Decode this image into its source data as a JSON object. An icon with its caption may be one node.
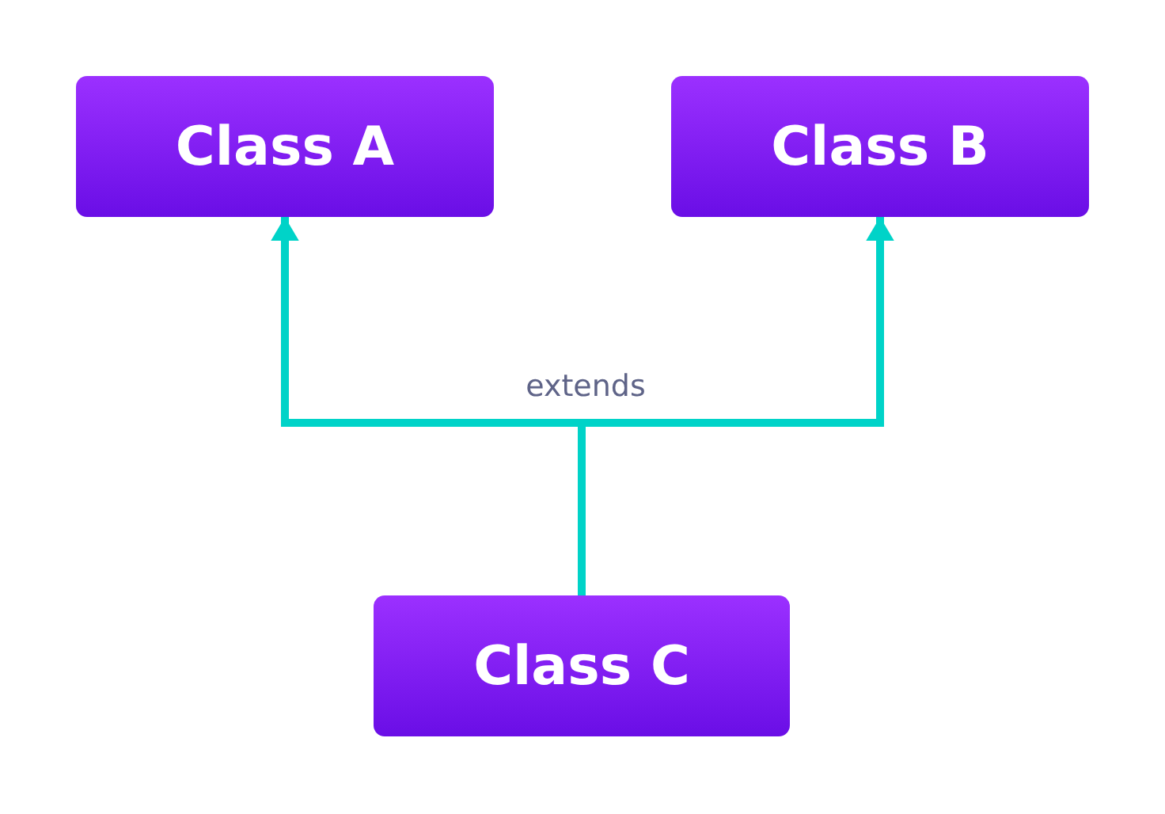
{
  "diagram": {
    "nodes": [
      {
        "text": [
          "Class A"
        ]
      },
      {
        "text": [
          "Class B"
        ]
      },
      {
        "text": [
          "Class C"
        ]
      }
    ],
    "edges": [
      {
        "from": 2,
        "to": 0,
        "arrow": "to"
      },
      {
        "from": 2,
        "to": 1,
        "arrow": "to"
      }
    ],
    "labels": [
      "extends"
    ]
  }
}
